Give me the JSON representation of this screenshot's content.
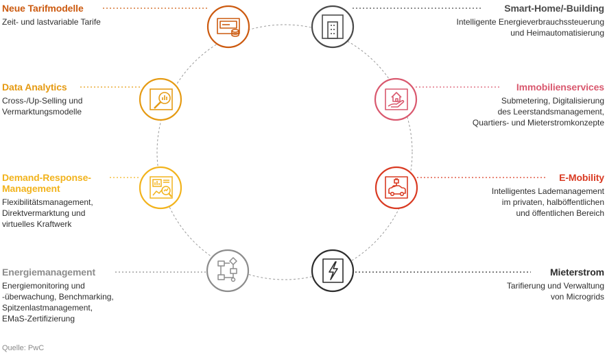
{
  "items": [
    {
      "id": "tarif",
      "title": "Neue Tarifmodelle",
      "desc": "Zeit- und lastvariable Tarife",
      "color": "#cc5a0f",
      "icon": "money-stack-icon",
      "side": "left"
    },
    {
      "id": "smarthome",
      "title": "Smart-Home/-Building",
      "desc": "Intelligente Energieverbrauchssteuerung\nund Heimautomatisierung",
      "color": "#4a4a4a",
      "icon": "building-icon",
      "side": "right"
    },
    {
      "id": "data",
      "title": "Data Analytics",
      "desc": "Cross-/Up-Selling und\nVermarktungsmodelle",
      "color": "#e59a12",
      "icon": "chart-magnifier-icon",
      "side": "left"
    },
    {
      "id": "immo",
      "title": "Immobilienservices",
      "desc": "Submetering, Digitalisierung\ndes Leerstandsmanagement,\nQuartiers- und Mieterstromkonzepte",
      "color": "#d9586e",
      "icon": "house-hand-icon",
      "side": "right"
    },
    {
      "id": "demand",
      "title": "Demand-Response-\nManagement",
      "desc": "Flexibilitätsmanagement,\nDirektvermarktung und\nvirtuelles Kraftwerk",
      "color": "#f2b31c",
      "icon": "dashboard-magnifier-icon",
      "side": "left"
    },
    {
      "id": "emob",
      "title": "E-Mobility",
      "desc": "Intelligentes Lademanagement\nim privaten, halböffentlichen\nund öffentlichen Bereich",
      "color": "#d93a22",
      "icon": "electric-car-icon",
      "side": "right"
    },
    {
      "id": "energie",
      "title": "Energiemanagement",
      "desc": "Energiemonitoring und\n-überwachung, Benchmarking,\nSpitzenlastmanagement,\nEMaS-Zertifizierung",
      "color": "#8c8c8c",
      "icon": "flowchart-icon",
      "side": "left"
    },
    {
      "id": "mieter",
      "title": "Mieterstrom",
      "desc": "Tarifierung und Verwaltung\nvon Microgrids",
      "color": "#2d2d2d",
      "icon": "lightning-icon",
      "side": "right"
    }
  ],
  "source": "Quelle: PwC",
  "colors": {
    "ring": "#9a9a9a",
    "text": "#2d2d2d"
  }
}
